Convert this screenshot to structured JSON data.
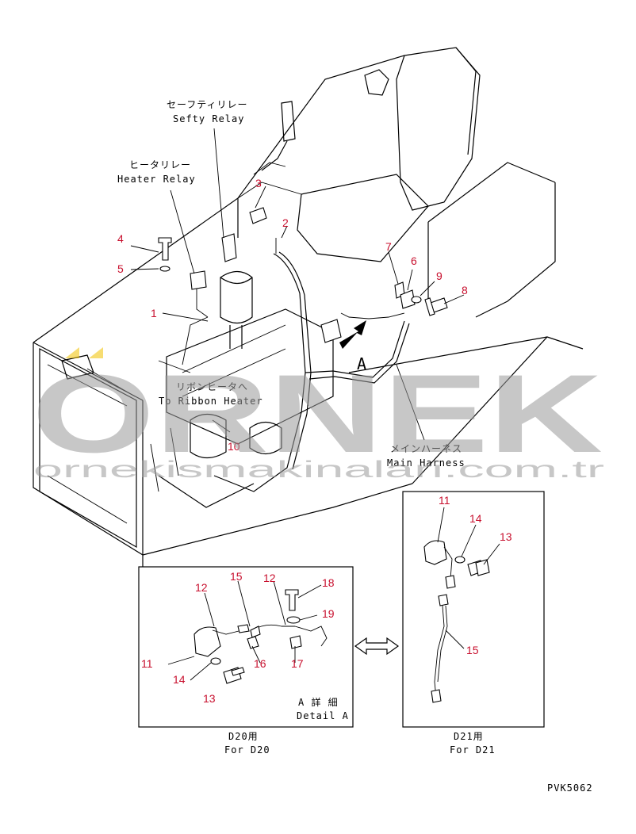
{
  "labels": {
    "safety_relay_jp": "セーフティリレー",
    "safety_relay_en": "Sefty Relay",
    "heater_relay_jp": "ヒータリレー",
    "heater_relay_en": "Heater Relay",
    "ribbon_heater_jp": "リボンヒータへ",
    "ribbon_heater_en": "To Ribbon Heater",
    "main_harness_jp": "メインハーネス",
    "main_harness_en": "Main Harness",
    "view_letter": "A",
    "detail_a_jp": "A 詳 細",
    "detail_a_en": "Detail A",
    "d20_jp": "D20用",
    "d20_en": "For D20",
    "d21_jp": "D21用",
    "d21_en": "For D21",
    "drawing_code": "PVK5062"
  },
  "watermark": {
    "brand": "ORNEK",
    "url": "ornekismakinalari.com.tr"
  },
  "part_numbers": {
    "p1": "1",
    "p2": "2",
    "p3": "3",
    "p4": "4",
    "p5": "5",
    "p6": "6",
    "p7": "7",
    "p8": "8",
    "p9": "9",
    "p10": "10",
    "d20_11": "11",
    "d20_12a": "12",
    "d20_12b": "12",
    "d20_13": "13",
    "d20_14": "14",
    "d20_15": "15",
    "d20_16": "16",
    "d20_17": "17",
    "d20_18": "18",
    "d20_19": "19",
    "d21_11": "11",
    "d21_13": "13",
    "d21_14": "14",
    "d21_15": "15"
  },
  "colors": {
    "line": "#000000",
    "part_number": "#c8102e",
    "watermark": "#9a9a9a",
    "watermark_accent": "#f2c200"
  }
}
